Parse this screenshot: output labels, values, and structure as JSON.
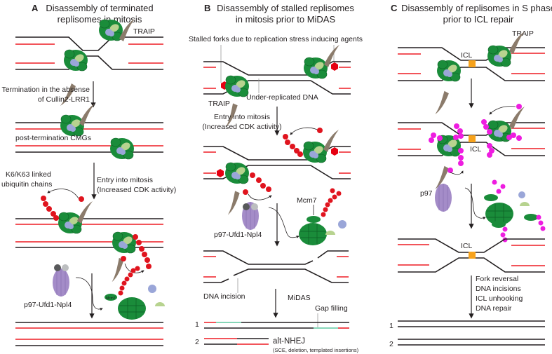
{
  "panels": {
    "a": {
      "letter": "A",
      "title_line1": "Disassembly of terminated",
      "title_line2": "replisomes in mitosis",
      "traip": "TRAIP",
      "step1_line1": "Termination in the absense",
      "step1_line2": "of Cullin2-LRR1",
      "post_termination": "post-termination CMGs",
      "ub_line1": "K6/K63 linked",
      "ub_line2": "ubiquitin chains",
      "step2_line1": "Entry into mitosis",
      "step2_line2": "(Increased CDK activity)",
      "p97": "p97-Ufd1-Npl4",
      "mcm7": "Mcm7"
    },
    "b": {
      "letter": "B",
      "title_line1": "Disassembly of stalled replisomes",
      "title_line2": "in mitosis prior to MiDAS",
      "stalled": "Stalled forks due to replication stress inducing agents",
      "under_replicated": "Under-replicated DNA",
      "traip": "TRAIP",
      "step1_line1": "Entry into mitosis",
      "step1_line2": "(Increased CDK activity)",
      "mcm7": "Mcm7",
      "p97": "p97-Ufd1-Npl4",
      "incision": "DNA incision",
      "midas": "MiDAS",
      "gap_filling": "Gap filling",
      "outcome1": "1",
      "outcome2": "2",
      "alt_nhej": "alt-NHEJ",
      "alt_nhej_note": "(SCE, deletion, templated insertions)"
    },
    "c": {
      "letter": "C",
      "title_line1": "Disassembly of replisomes in S phase",
      "title_line2": "prior to ICL repair",
      "traip": "TRAIP",
      "icl1": "ICL",
      "icl2": "ICL",
      "icl3": "ICL",
      "p97": "p97",
      "repair_steps": [
        "Fork reversal",
        "DNA incisions",
        "ICL unhooking",
        "DNA repair"
      ],
      "outcome1": "1",
      "outcome2": "2"
    }
  },
  "colors": {
    "dna_parental": "#231f20",
    "dna_nascent": "#ed1c24",
    "gap_filling": "#5ec8a0",
    "cmg": "#1a8c3a",
    "traip": "#8b7b6b",
    "ubiquitin_k6_k63": "#e0141e",
    "ubiquitin_c": "#ee1de0",
    "p97": "#a48cc8",
    "icl": "#f7a21b",
    "stall_agent": "#e60012"
  }
}
